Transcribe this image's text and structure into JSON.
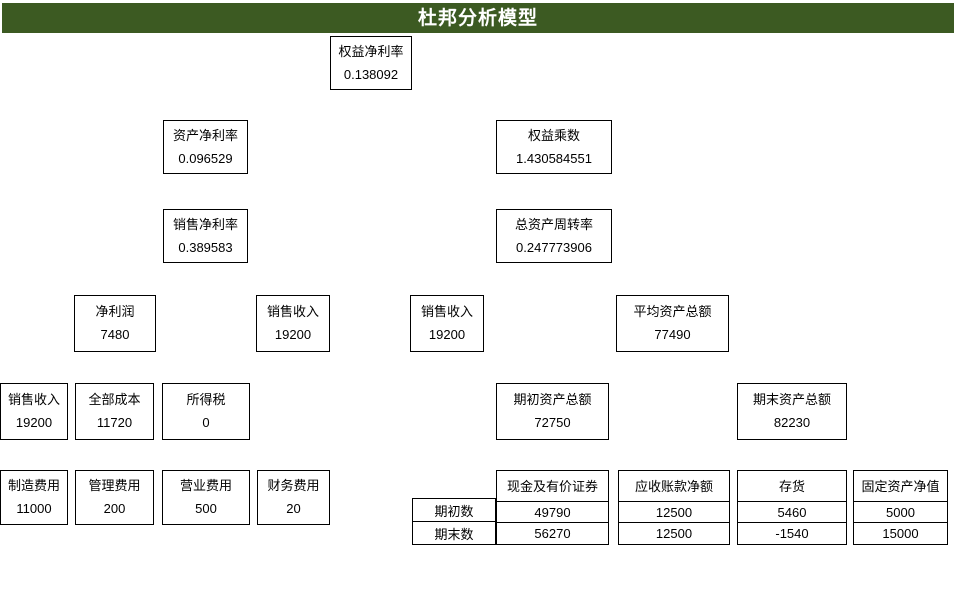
{
  "title": "杜邦分析模型",
  "theme": {
    "banner_bg": "#3C5A22",
    "banner_fg": "#FFFFFF",
    "box_border": "#000000",
    "page_bg": "#FFFFFF"
  },
  "boxes": {
    "roe": {
      "label": "权益净利率",
      "value": "0.138092"
    },
    "roa": {
      "label": "资产净利率",
      "value": "0.096529"
    },
    "equity_mult": {
      "label": "权益乘数",
      "value": "1.430584551"
    },
    "net_margin": {
      "label": "销售净利率",
      "value": "0.389583"
    },
    "asset_turnover": {
      "label": "总资产周转率",
      "value": "0.247773906"
    },
    "net_profit": {
      "label": "净利润",
      "value": "7480"
    },
    "revenue_a": {
      "label": "销售收入",
      "value": "19200"
    },
    "revenue_b": {
      "label": "销售收入",
      "value": "19200"
    },
    "avg_assets": {
      "label": "平均资产总额",
      "value": "77490"
    },
    "revenue_c": {
      "label": "销售收入",
      "value": "19200"
    },
    "total_cost": {
      "label": "全部成本",
      "value": "11720"
    },
    "income_tax": {
      "label": "所得税",
      "value": "0"
    },
    "assets_begin": {
      "label": "期初资产总额",
      "value": "72750"
    },
    "assets_end": {
      "label": "期末资产总额",
      "value": "82230"
    },
    "mfg_expense": {
      "label": "制造费用",
      "value": "11000"
    },
    "admin_expense": {
      "label": "管理费用",
      "value": "200"
    },
    "selling_expense": {
      "label": "营业费用",
      "value": "500"
    },
    "finance_expense": {
      "label": "财务费用",
      "value": "20"
    }
  },
  "asset_table": {
    "row_labels": [
      "期初数",
      "期末数"
    ],
    "columns": [
      {
        "header": "现金及有价证券",
        "values": [
          "49790",
          "56270"
        ]
      },
      {
        "header": "应收账款净额",
        "values": [
          "12500",
          "12500"
        ]
      },
      {
        "header": "存货",
        "values": [
          "5460",
          "-1540"
        ]
      },
      {
        "header": "固定资产净值",
        "values": [
          "5000",
          "15000"
        ]
      }
    ]
  }
}
